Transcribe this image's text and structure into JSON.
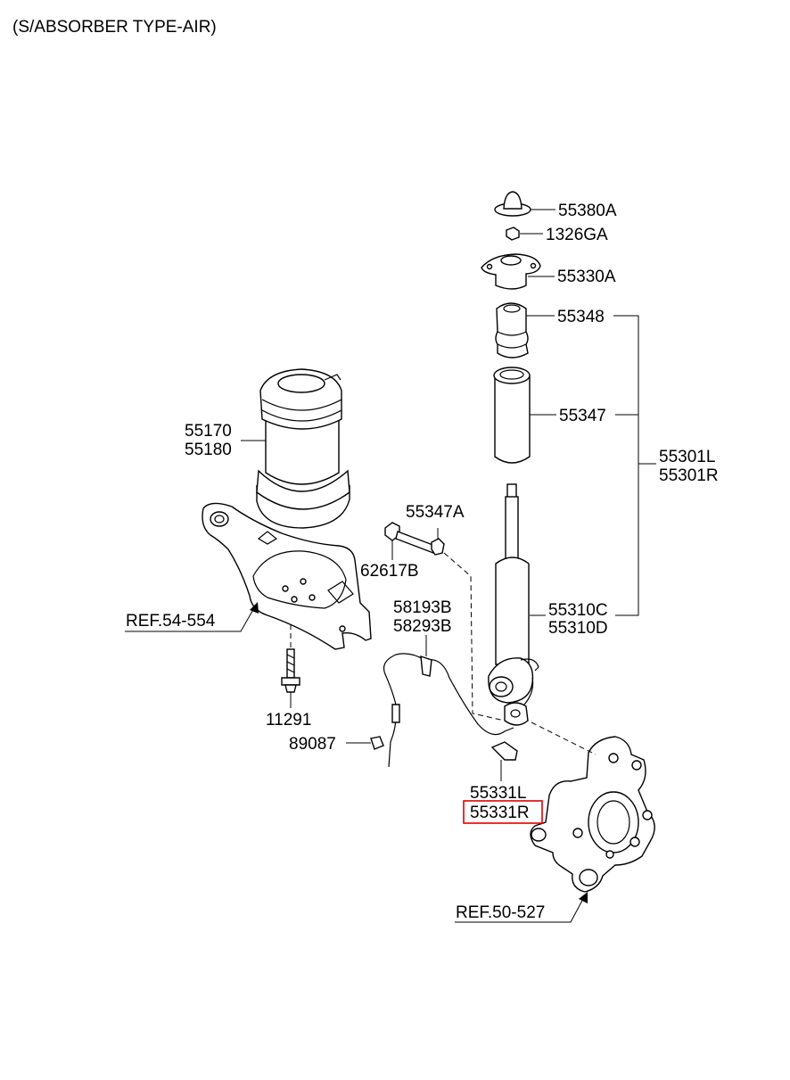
{
  "title": "(S/ABSORBER TYPE-AIR)",
  "labels": {
    "p55380A": "55380A",
    "p1326GA": "1326GA",
    "p55330A": "55330A",
    "p55348": "55348",
    "p55347": "55347",
    "p55301L": "55301L",
    "p55301R": "55301R",
    "p55310C": "55310C",
    "p55310D": "55310D",
    "p55170": "55170",
    "p55180": "55180",
    "p55347A": "55347A",
    "p62617B": "62617B",
    "p58193B": "58193B",
    "p58293B": "58293B",
    "ref54": "REF.54-554",
    "p11291": "11291",
    "p89087": "89087",
    "p55331L": "55331L",
    "p55331R": "55331R",
    "ref50": "REF.50-527"
  },
  "highlight": {
    "part": "55331R",
    "color": "#e00000"
  }
}
